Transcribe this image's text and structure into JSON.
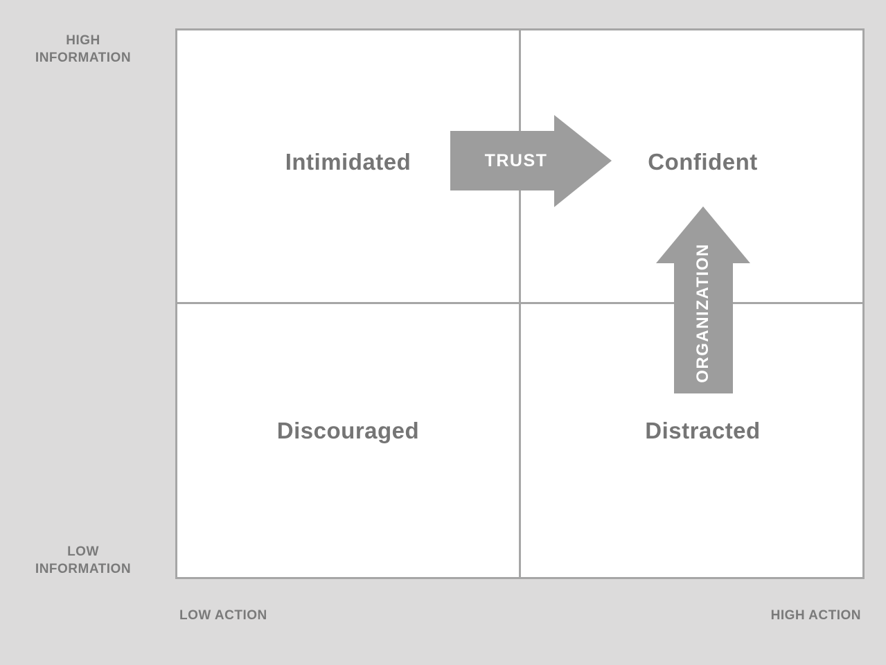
{
  "diagram": {
    "quadrants": {
      "top_left": "Intimidated",
      "top_right": "Confident",
      "bottom_left": "Discouraged",
      "bottom_right": "Distracted"
    },
    "arrows": {
      "trust": "TRUST",
      "organization": "ORGANIZATION"
    },
    "axes": {
      "y_high": "HIGH\nINFORMATION",
      "y_low": "LOW\nINFORMATION",
      "x_low": "LOW ACTION",
      "x_high": "HIGH ACTION"
    }
  },
  "colors": {
    "page_bg": "#dcdbdb",
    "matrix_bg": "#ffffff",
    "line_gray": "#a6a6a6",
    "arrow_gray": "#9d9d9d",
    "label_gray": "#757575",
    "axis_gray": "#7a7a7a",
    "arrow_text": "#ffffff"
  }
}
